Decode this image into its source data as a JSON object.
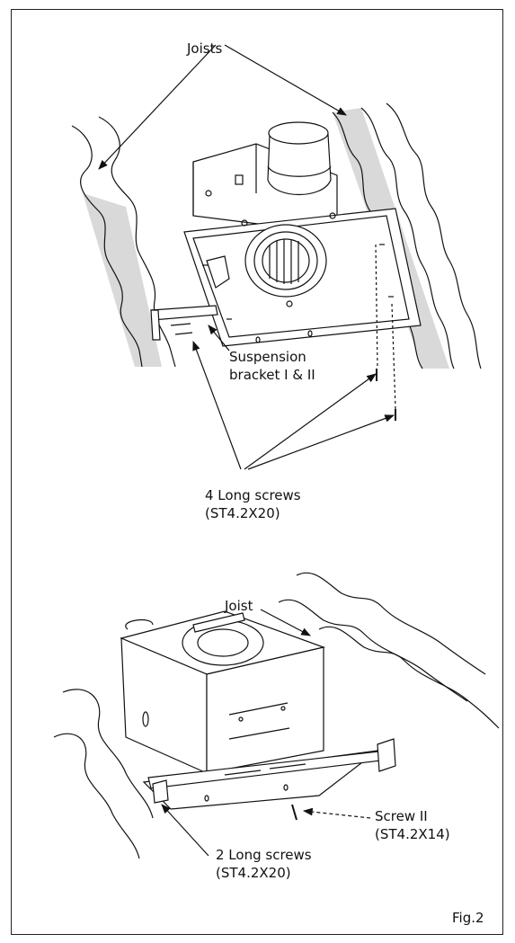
{
  "figure_label": "Fig.2",
  "top_diagram": {
    "joists_label": "Joists",
    "bracket_label_line1": "Suspension",
    "bracket_label_line2": "bracket I & II",
    "screws_label_line1": "4 Long screws",
    "screws_label_line2": "(ST4.2X20)"
  },
  "bottom_diagram": {
    "joist_label": "Joist",
    "screw_label_line1": "Screw II",
    "screw_label_line2": "(ST4.2X14)",
    "screws_label_line1": "2 Long screws",
    "screws_label_line2": "(ST4.2X20)"
  }
}
